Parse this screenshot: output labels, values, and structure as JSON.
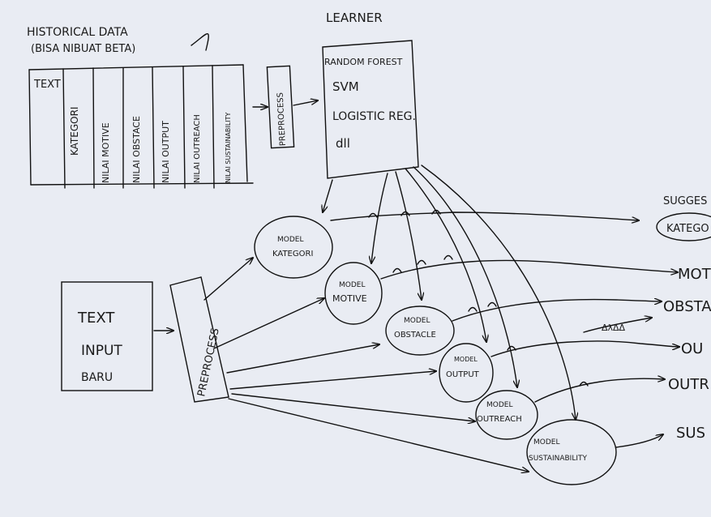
{
  "historical": {
    "title_line1": "HISTORICAL DATA",
    "title_line2": "(BISA NIBUAT BETA)",
    "columns": [
      "TEXT",
      "KATEGORI",
      "NILAI MOTIVE",
      "NILAI OBSTACE",
      "NILAI OUTPUT",
      "NILAI OUTREACH",
      "NILAI SUSTAINABILITY"
    ]
  },
  "preprocess_top": "PREPROCESS",
  "learner": {
    "title": "LEARNER",
    "items": [
      "RANDOM FOREST",
      "SVM",
      "LOGISTIC REG.",
      "dll"
    ]
  },
  "input": {
    "lines": [
      "TEXT",
      "INPUT",
      "BARU"
    ]
  },
  "preprocess_bottom": "PREPROCESS",
  "models": [
    {
      "line1": "MODEL",
      "line2": "KATEGORI"
    },
    {
      "line1": "MODEL",
      "line2": "MOTIVE"
    },
    {
      "line1": "MODEL",
      "line2": "OBSTACLE"
    },
    {
      "line1": "MODEL",
      "line2": "OUTPUT"
    },
    {
      "line1": "MODEL",
      "line2": "OUTREACH"
    },
    {
      "line1": "MODEL",
      "line2": "SUSTAINABILITY"
    }
  ],
  "outputs": {
    "suggest": "SUGGES",
    "kategori": "KATEGO",
    "motive": "MOTI",
    "obstacle": "OBSTA",
    "output": "OU",
    "outreach": "OUTR",
    "sustainability": "SUS"
  },
  "scribble": "ΔλΔΔ"
}
